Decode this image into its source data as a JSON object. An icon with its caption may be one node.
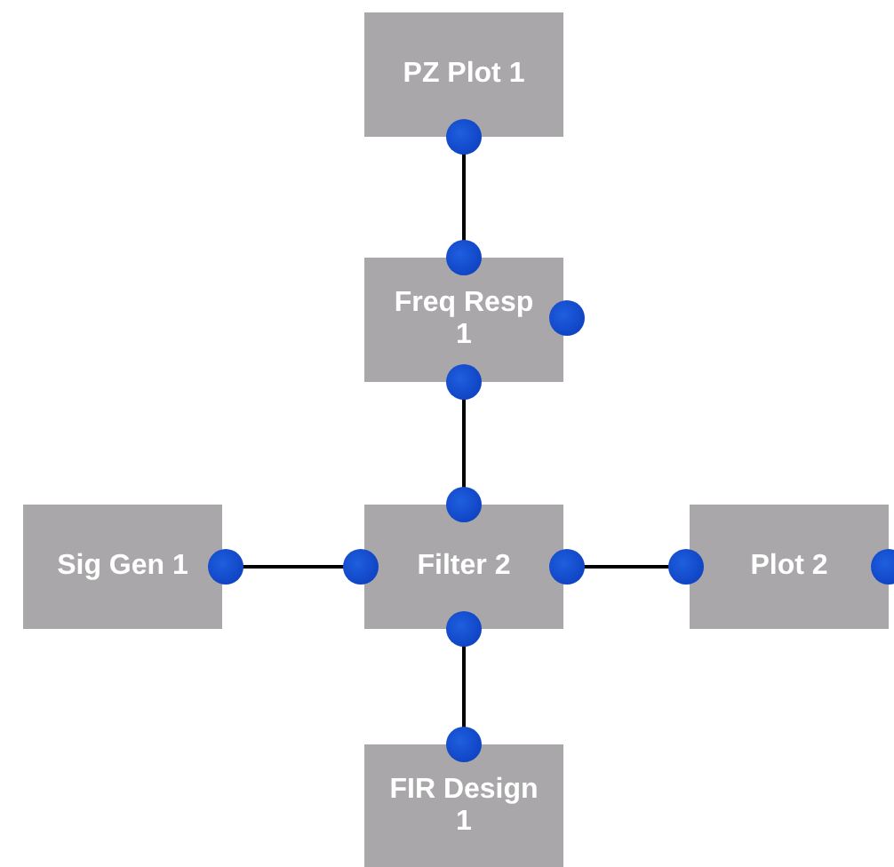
{
  "diagram": {
    "nodes": [
      {
        "text": [
          "PZ Plot 1"
        ]
      },
      {
        "text": [
          "Freq Resp 1"
        ]
      },
      {
        "text": [
          "Sig Gen 1"
        ]
      },
      {
        "text": [
          "Filter 2"
        ]
      },
      {
        "text": [
          "Plot 2"
        ]
      },
      {
        "text": [
          "FIR Design 1"
        ]
      }
    ],
    "edges": [
      {
        "from": 0,
        "to": 1,
        "arrow": "none"
      },
      {
        "from": 1,
        "to": 3,
        "arrow": "none"
      },
      {
        "from": 2,
        "to": 3,
        "arrow": "none"
      },
      {
        "from": 3,
        "to": 4,
        "arrow": "none"
      },
      {
        "from": 3,
        "to": 5,
        "arrow": "none"
      }
    ]
  }
}
